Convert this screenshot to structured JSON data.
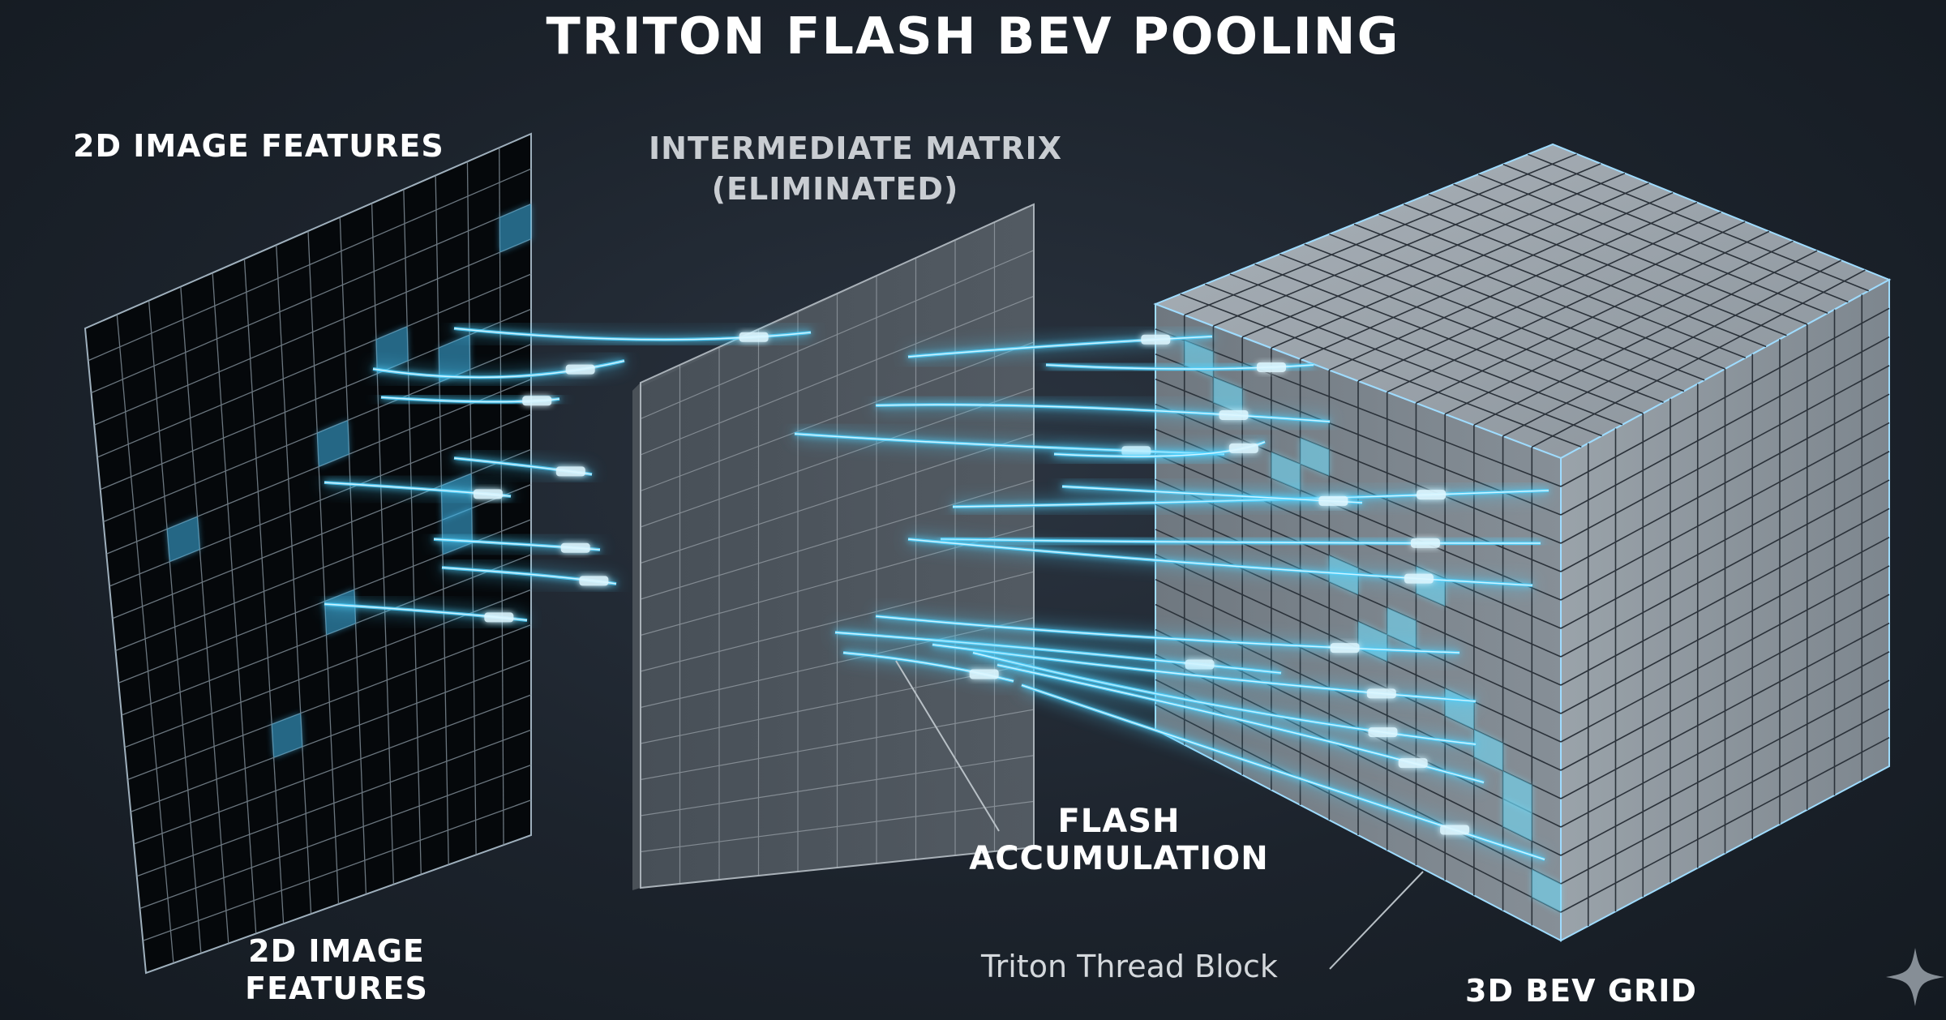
{
  "title": "TRITON FLASH BEV POOLING",
  "labels": {
    "image_features_top": "2D IMAGE FEATURES",
    "intermediate_line1": "INTERMEDIATE MATRIX",
    "intermediate_line2": "(ELIMINATED)",
    "flash_line1": "FLASH",
    "flash_line2": "ACCUMULATION",
    "image_features_bottom_line1": "2D IMAGE",
    "image_features_bottom_line2": "FEATURES",
    "thread_block": "Triton Thread Block",
    "bev_grid": "3D BEV GRID"
  },
  "colors": {
    "glow": "#4fd2ff",
    "glow_core": "#dff7ff",
    "panel_grid": "#8a949c",
    "cube_face": "#8e979f",
    "cube_line": "#2a3038"
  },
  "icons": [
    "sparkle-icon"
  ]
}
